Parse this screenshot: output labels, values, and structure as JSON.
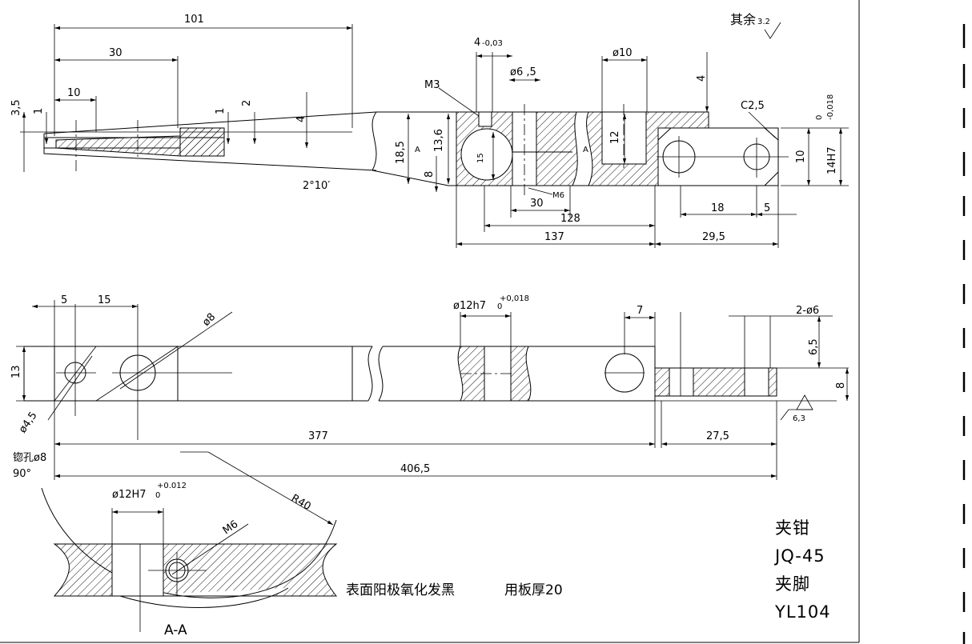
{
  "title_block": {
    "part_name_1": "夹钳",
    "part_code_1": "JQ-45",
    "part_name_2": "夹脚",
    "part_code_2": "YL104"
  },
  "notes": {
    "surface_finish": "表面阳极氧化发黑",
    "material": "用板厚20",
    "roughness_rest": "其余",
    "roughness_rest_value": "3.2",
    "section_label": "A-A",
    "cut_label": "A",
    "roughness_value_2": "6,3",
    "countersink": "锪孔ø8",
    "countersink_angle": "90°"
  },
  "dimensions": {
    "top_101": "101",
    "top_30": "30",
    "top_10": "10",
    "d_3_5": "3,5",
    "d_1a": "1",
    "d_1b": "1",
    "d_2": "2",
    "d_4a": "4",
    "d_4b": "4",
    "d_4_003": "4",
    "d_4_003_tol": "-0,03",
    "m3": "M3",
    "phi6_5": "ø6 ,5",
    "phi10": "ø10",
    "d_18_5": "18,5",
    "d_13_6": "13,6",
    "d_8a": "8",
    "d_15": "15",
    "d_12": "12",
    "c2_5": "C2,5",
    "tol_0": "0",
    "tol_018": "-0,018",
    "d_10": "10",
    "d_14h7": "14H7",
    "angle": "2°10′",
    "m6a": "M6",
    "d_30": "30",
    "d_128": "128",
    "d_137": "137",
    "d_18": "18",
    "d_5a": "5",
    "d_29_5": "29,5",
    "d_5b": "5",
    "d_15b": "15",
    "phi8": "ø8",
    "d_13": "13",
    "phi4_5": "ø4,5",
    "phi12h7": "ø12h7",
    "phi12h7_tol_up": "+0,018",
    "phi12h7_tol_lo": "0",
    "d_7": "7",
    "two_phi6": "2-ø6",
    "d_6_5": "6,5",
    "d_8b": "8",
    "d_377": "377",
    "d_27_5": "27,5",
    "d_406_5": "406,5",
    "phi12H7": "ø12H7",
    "phi12H7_tol_up": "+0.012",
    "phi12H7_tol_lo": "0",
    "m6b": "M6",
    "r40": "R40"
  }
}
